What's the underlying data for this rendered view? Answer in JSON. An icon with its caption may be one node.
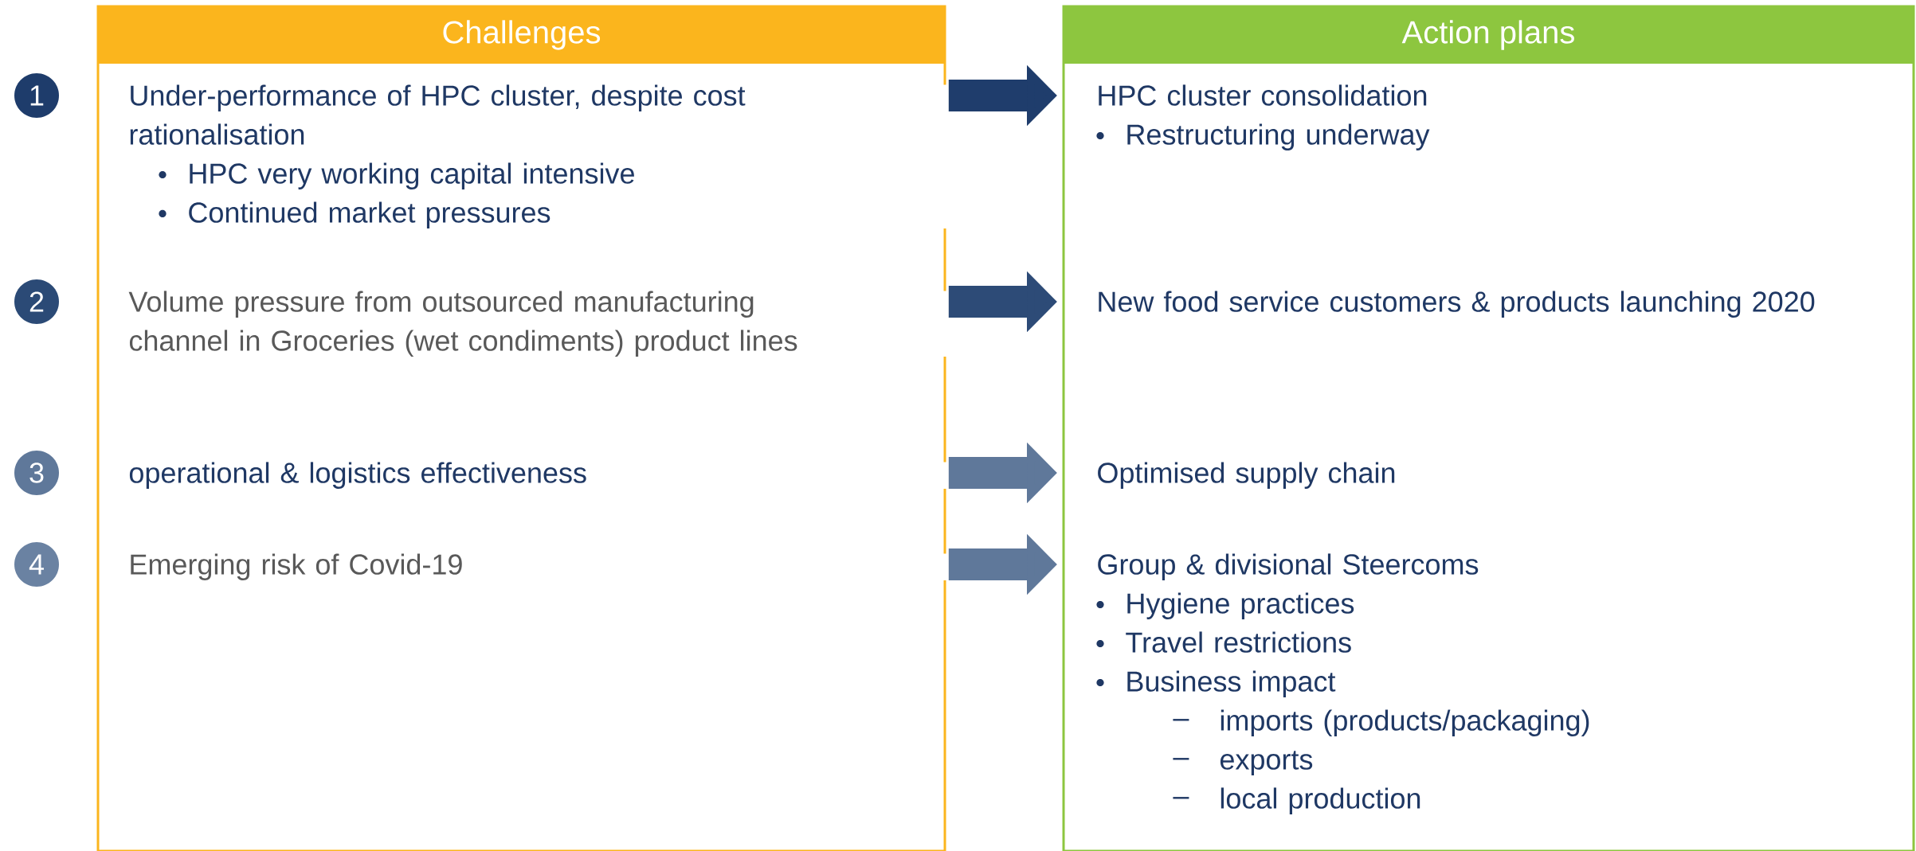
{
  "diagram": {
    "nodes": [
      {
        "text": [
          "Challenges"
        ]
      },
      {
        "text": [
          "Action plans"
        ]
      },
      {
        "text": [
          "1"
        ]
      },
      {
        "text": [
          "Under-performance of HPC cluster, despite cost rationalisation",
          "HPC very working capital intensive",
          "Continued market pressures"
        ],
        "in": 0
      },
      {
        "text": [
          "HPC cluster consolidation",
          "Restructuring underway"
        ],
        "in": 1
      },
      {
        "text": [
          "2"
        ]
      },
      {
        "text": [
          "Volume pressure from outsourced manufacturing channel in Groceries (wet condiments) product lines"
        ],
        "in": 0
      },
      {
        "text": [
          "New food service customers & products launching 2020"
        ],
        "in": 1
      },
      {
        "text": [
          "3"
        ]
      },
      {
        "text": [
          "operational & logistics effectiveness"
        ],
        "in": 0
      },
      {
        "text": [
          "Optimised supply chain"
        ],
        "in": 1
      },
      {
        "text": [
          "4"
        ]
      },
      {
        "text": [
          "Emerging risk of Covid-19"
        ],
        "in": 0
      },
      {
        "text": [
          "Group & divisional Steercoms",
          "Hygiene practices",
          "Travel restrictions",
          "Business impact",
          "imports (products/packaging)",
          "exports",
          "local production"
        ],
        "in": 1
      }
    ],
    "edges": [
      {
        "from": 3,
        "to": 4,
        "arrow": "to",
        "color": "#1f3d6c"
      },
      {
        "from": 6,
        "to": 7,
        "arrow": "to",
        "color": "#2d4b77"
      },
      {
        "from": 9,
        "to": 10,
        "arrow": "to",
        "color": "#5f789a"
      },
      {
        "from": 12,
        "to": 13,
        "arrow": "to",
        "color": "#5f789a"
      }
    ]
  }
}
